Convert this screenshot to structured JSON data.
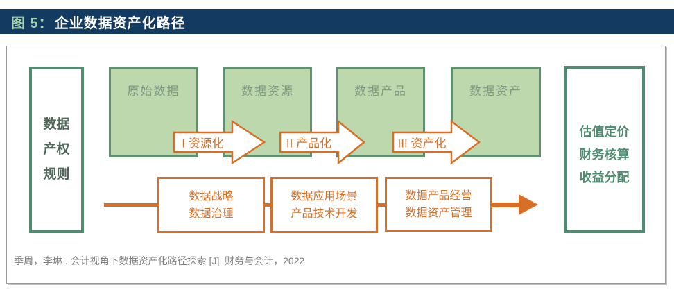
{
  "header": {
    "figure_label": "图 5：",
    "title": "企业数据资产化路径"
  },
  "diagram": {
    "left_box": {
      "lines": [
        "数据",
        "产权",
        "规则"
      ]
    },
    "stage_boxes": [
      {
        "label": "原始数据"
      },
      {
        "label": "数据资源"
      },
      {
        "label": "数据产品"
      },
      {
        "label": "数据资产"
      }
    ],
    "process_arrows": [
      {
        "label": "I 资源化"
      },
      {
        "label": "II 产品化"
      },
      {
        "label": "III 资产化"
      }
    ],
    "activity_boxes": [
      {
        "line1": "数据战略",
        "line2": "数据治理"
      },
      {
        "line1": "数据应用场景",
        "line2": "产品技术开发"
      },
      {
        "line1": "数据产品经营",
        "line2": "数据资产管理"
      }
    ],
    "right_box": {
      "lines": [
        "估值定价",
        "财务核算",
        "收益分配"
      ]
    },
    "colors": {
      "header_bg": "#133a60",
      "header_label": "#a6d3b1",
      "stage_fill": "#bed8ae",
      "stage_border": "#5f9070",
      "teal": "#4e8d71",
      "orange": "#d76f27",
      "citation_gray": "#7f7f7f"
    }
  },
  "footer": {
    "citation": "季周，李琳 . 会计视角下数据资产化路径探索 [J]. 财务与会计，2022"
  }
}
